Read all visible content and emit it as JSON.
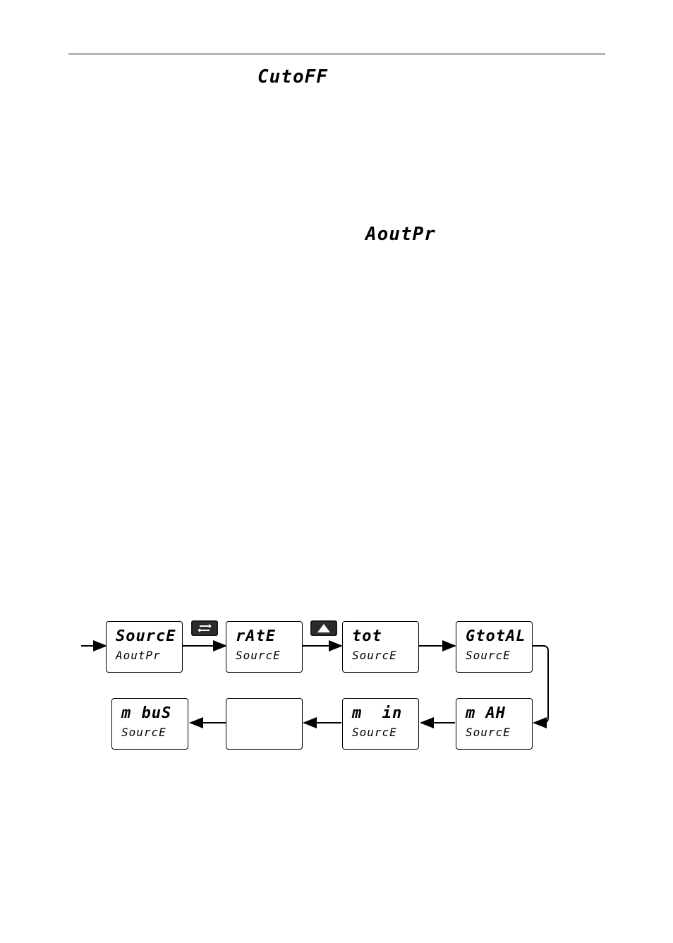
{
  "headings": {
    "cutoff": "CutoFF",
    "aoutpr": "AoutPr"
  },
  "flow": {
    "source": {
      "top": "SourcE",
      "bottom": "AoutPr"
    },
    "rate": {
      "top": "rAtE",
      "bottom": "SourcE"
    },
    "tot": {
      "top": "tot",
      "bottom": "SourcE"
    },
    "gtotal": {
      "top": "GtotAL",
      "bottom": "SourcE"
    },
    "m_ah": {
      "top": "m AH",
      "bottom": "SourcE"
    },
    "m_in": {
      "top": "m  in",
      "bottom": "SourcE"
    },
    "blank": {
      "top": "",
      "bottom": ""
    },
    "m_bus": {
      "top": "m buS",
      "bottom": "SourcE"
    }
  },
  "buttons": {
    "enter": "enter-key-icon",
    "up": "up-arrow-key-icon"
  }
}
